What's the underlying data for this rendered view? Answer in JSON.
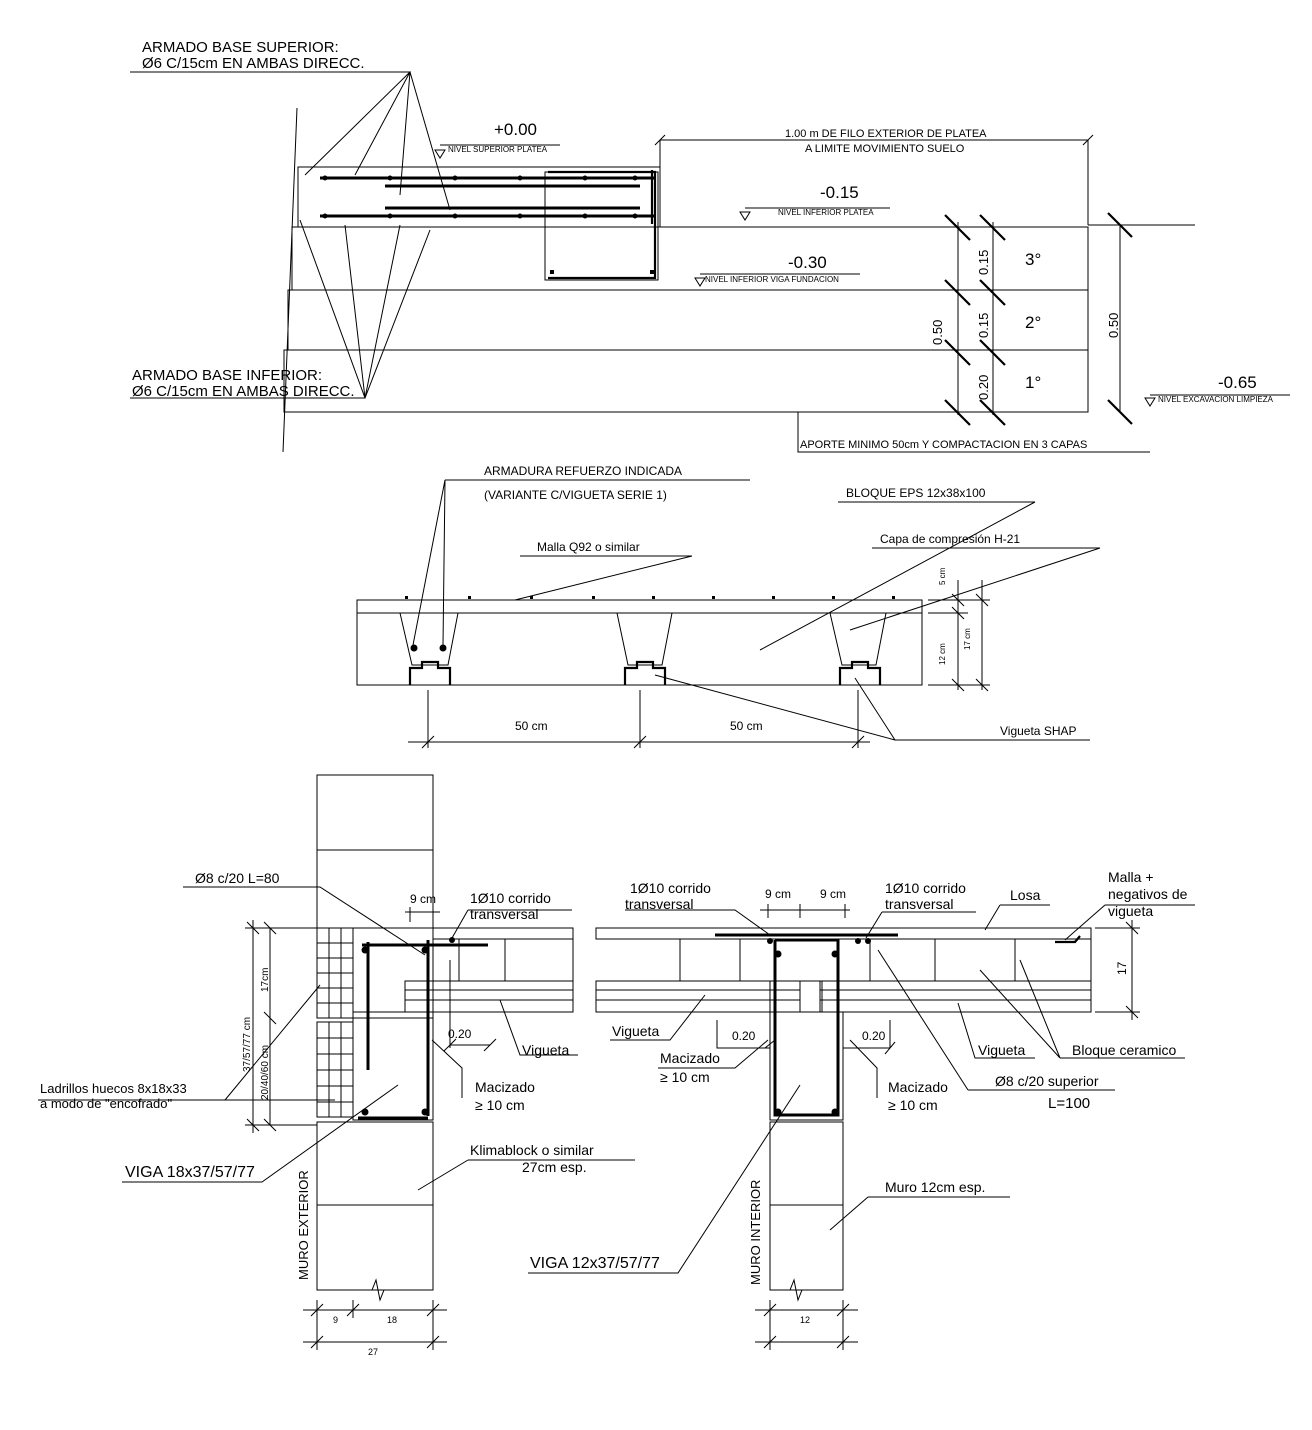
{
  "platea": {
    "armado_sup_1": "ARMADO BASE SUPERIOR:",
    "armado_sup_2": "Ø6 C/15cm EN AMBAS DIRECC.",
    "armado_inf_1": "ARMADO BASE INFERIOR:",
    "armado_inf_2": "Ø6 C/15cm EN AMBAS DIRECC.",
    "lvl_000": "+0.00",
    "lvl_000_note": "NIVEL SUPERIOR PLATEA",
    "lvl_015": "-0.15",
    "lvl_015_note": "NIVEL INFERIOR PLATEA",
    "lvl_030": "-0.30",
    "lvl_030_note": "NIVEL INFERIOR VIGA FUNDACION",
    "lvl_065": "-0.65",
    "lvl_065_note": "NIVEL EXCAVACION LIMPIEZA",
    "filo_1": "1.00 m DE FILO EXTERIOR DE PLATEA",
    "filo_2": "A LIMITE MOVIMIENTO SUELO",
    "aporte": "APORTE MINIMO 50cm Y COMPACTACION EN 3 CAPAS",
    "dim_015a": "0.15",
    "dim_015b": "0.15",
    "dim_020": "0.20",
    "dim_050a": "0.50",
    "dim_050b": "0.50",
    "capa3": "3°",
    "capa2": "2°",
    "capa1": "1°"
  },
  "losa_eps": {
    "refuerzo_1": "ARMADURA REFUERZO INDICADA",
    "refuerzo_2": "(VARIANTE C/VIGUETA SERIE 1)",
    "bloque": "BLOQUE EPS 12x38x100",
    "malla": "Malla Q92 o similar",
    "capa": "Capa de compresión H-21",
    "dim_5": "5 cm",
    "dim_12": "12 cm",
    "dim_17": "17 cm",
    "sep_1": "50 cm",
    "sep_2": "50 cm",
    "vigueta": "Vigueta SHAP"
  },
  "viga_ext": {
    "estribo": "Ø8 c/20 L=80",
    "dim_9": "9 cm",
    "corrido_1": "1Ø10 corrido",
    "corrido_2": "transversal",
    "dim_17": "17cm",
    "dim_total": "37/57/77 cm",
    "dim_alt": "20/40/60 cm",
    "dim_020": "0.20",
    "vigueta": "Vigueta",
    "macizado_1": "Macizado",
    "macizado_2": "≥ 10 cm",
    "ladrillos_1": "Ladrillos huecos 8x18x33",
    "ladrillos_2": "a modo de \"encofrado\"",
    "viga": "VIGA 18x37/57/77",
    "klima_1": "Klimablock o similar",
    "klima_2": "27cm esp.",
    "muro": "MURO EXTERIOR",
    "dim_b9": "9",
    "dim_b18": "18",
    "dim_b27": "27"
  },
  "viga_int": {
    "corrido_l1": "1Ø10 corrido",
    "corrido_l2": "transversal",
    "dim_9a": "9 cm",
    "dim_9b": "9 cm",
    "corrido_r1": "1Ø10 corrido",
    "corrido_r2": "transversal",
    "losa": "Losa",
    "malla_1": "Malla +",
    "malla_2": "negativos de",
    "malla_3": "vigueta",
    "dim_17": "17",
    "vigueta_l": "Vigueta",
    "dim_020a": "0.20",
    "dim_020b": "0.20",
    "macizado_l1": "Macizado",
    "macizado_l2": "≥ 10 cm",
    "vigueta_r": "Vigueta",
    "bloque": "Bloque ceramico",
    "macizado_r1": "Macizado",
    "macizado_r2": "≥ 10 cm",
    "superior_1": "Ø8 c/20 superior",
    "superior_2": "L=100",
    "muro12": "Muro 12cm esp.",
    "viga": "VIGA 12x37/57/77",
    "muro": "MURO INTERIOR",
    "dim_b12": "12"
  }
}
